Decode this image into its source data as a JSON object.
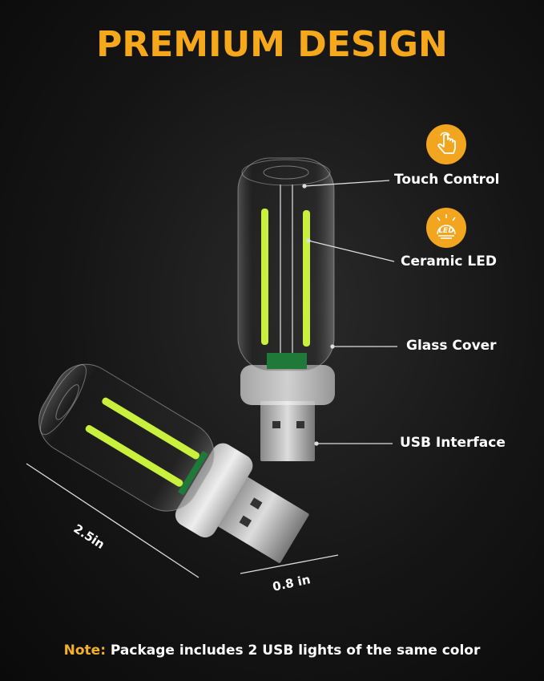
{
  "title": "PREMIUM DESIGN",
  "features": [
    {
      "label": "Touch Control",
      "icon": "touch-hand-icon"
    },
    {
      "label": "Ceramic LED",
      "icon": "led-icon"
    },
    {
      "label": "Glass Cover"
    },
    {
      "label": "USB Interface"
    }
  ],
  "led_icon_text": "LED",
  "dimensions": {
    "length": "2.5in",
    "width": "0.8 in"
  },
  "note": {
    "key": "Note:",
    "text": "Package includes 2 USB lights of the same color"
  },
  "colors": {
    "accent": "#f5a81c",
    "filament": "#c8f03c",
    "background": "#151515"
  }
}
